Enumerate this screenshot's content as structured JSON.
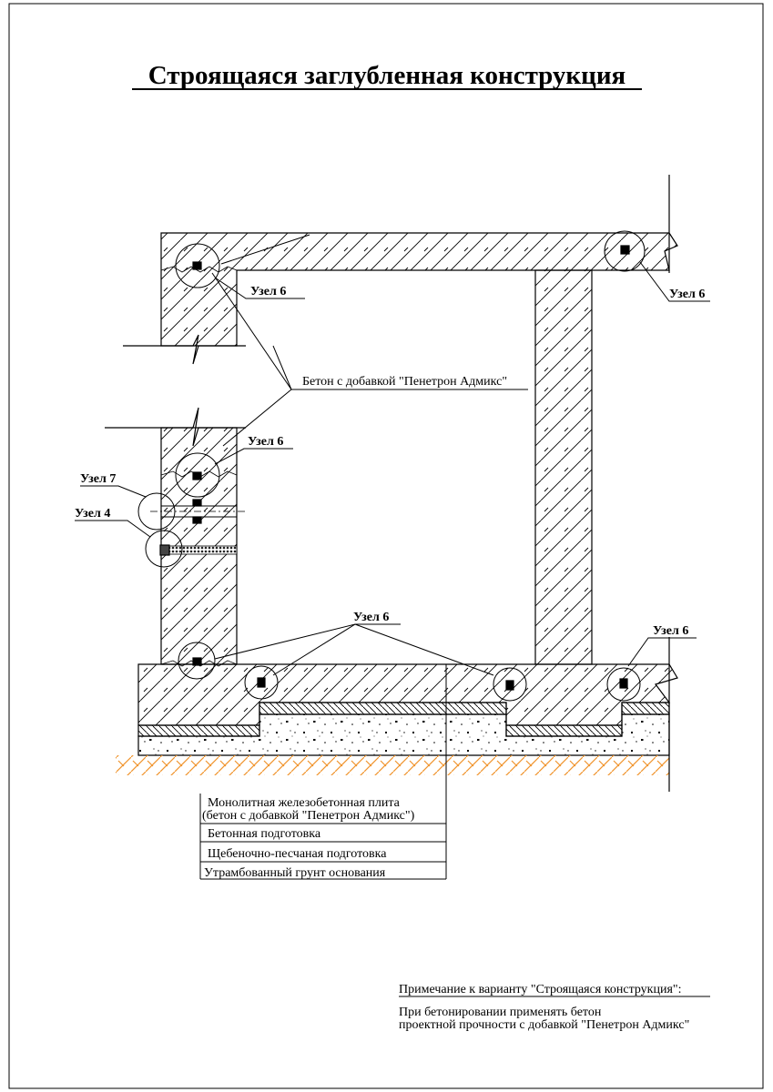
{
  "title": "Строящаяся заглубленная конструкция",
  "callouts": {
    "node6_top_left": "Узел 6",
    "node6_top_right": "Узел 6",
    "concrete_label": "Бетон с добавкой \"Пенетрон Адмикс\"",
    "node6_wall": "Узел 6",
    "node7": "Узел 7",
    "node4": "Узел 4",
    "node6_bottom": "Узел 6",
    "node6_bottom_right": "Узел 6"
  },
  "legend": {
    "slab_line1": "Монолитная железобетонная плита",
    "slab_line2": "(бетон с добавкой \"Пенетрон Адмикс\")",
    "concrete_prep": "Бетонная подготовка",
    "gravel_prep": "Щебеночно-песчаная подготовка",
    "soil": "Утрамбованный грунт основания"
  },
  "note": {
    "heading": "Примечание к варианту \"Строящаяся конструкция\":",
    "line1": "При бетонировании применять бетон",
    "line2": "проектной прочности  с добавкой \"Пенетрон Адмикс\""
  },
  "colors": {
    "soil_hatch": "#f0932b",
    "line": "#000000"
  }
}
